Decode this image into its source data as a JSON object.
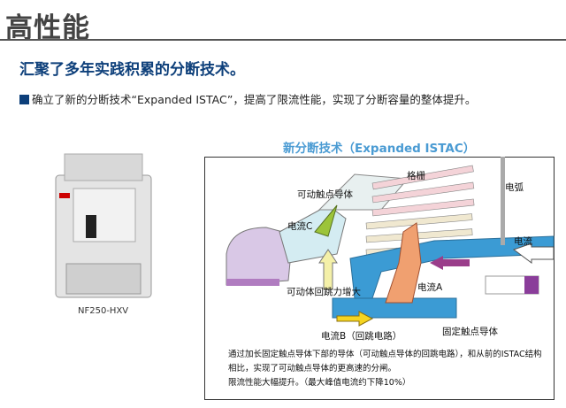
{
  "header": {
    "title": "高性能"
  },
  "subtitle": "汇聚了多年实践积累的分断技术。",
  "bullet": "确立了新的分断技术“Expanded ISTAC”，提高了限流性能，实现了分断容量的整体提升。",
  "product": {
    "model": "NF250-HXV"
  },
  "diagram": {
    "title": "新分断技术（Expanded ISTAC）",
    "labels": {
      "grid": "格栅",
      "arc": "电弧",
      "movable_conductor": "可动触点导体",
      "current_c": "电流C",
      "current": "电流",
      "rebound": "可动体回跳力增大",
      "current_a": "电流A",
      "current_b": "电流B（回跳电路）",
      "fixed_conductor": "固定触点导体"
    },
    "caption": [
      "通过加长固定触点导体下部的导体（可动触点导体的回跳电路），和从前的ISTAC结构相比，实现了可动触点导体的更高速的分闸。",
      "限流性能大幅提升。（最大峰值电流约下降10%）"
    ]
  },
  "colors": {
    "brand": "#0d3f7a",
    "accent": "#4a9bd3"
  }
}
